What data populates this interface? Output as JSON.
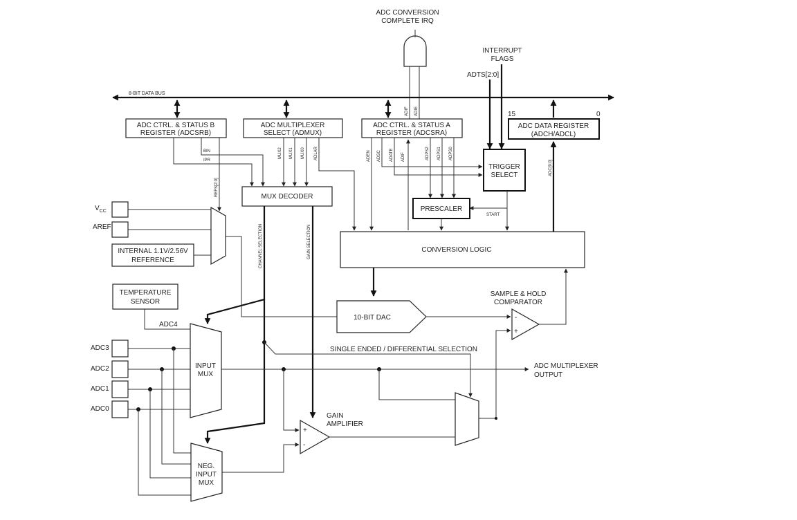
{
  "irq_label": [
    "ADC CONVERSION",
    "COMPLETE IRQ"
  ],
  "interrupt_flags_label": [
    "INTERRUPT",
    "FLAGS"
  ],
  "adts_label": "ADTS[2:0]",
  "data_bus_label": "8-BIT DATA BUS",
  "bit_15": "15",
  "bit_0": "0",
  "adcsrb": [
    "ADC CTRL. & STATUS B",
    "REGISTER (ADCSRB)"
  ],
  "admux": [
    "ADC MULTIPLEXER",
    "SELECT (ADMUX)"
  ],
  "adcsra": [
    "ADC CTRL. & STATUS A",
    "REGISTER (ADCSRA)"
  ],
  "adc_data_register": [
    "ADC DATA REGISTER",
    "(ADCH/ADCL)"
  ],
  "signals": {
    "bin": "BIN",
    "ipr": "IPR",
    "refs": "REFS[2:0]",
    "mux2": "MUX2",
    "mux1": "MUX1",
    "mux0": "MUX0",
    "adlar": "ADLAR",
    "aden": "ADEN",
    "adsc": "ADSC",
    "adate": "ADATE",
    "adif": "ADIF",
    "adps2": "ADPS2",
    "adps1": "ADPS1",
    "adps0": "ADPS0",
    "adif_top": "ADIF",
    "adie_top": "ADIE",
    "adc_bus": "ADC[9:0]",
    "start": "START",
    "channel_selection": "CHANNEL SELECTION",
    "gain_selection": "GAIN SELECTION",
    "adc4": "ADC4"
  },
  "trigger_select": [
    "TRIGGER",
    "SELECT"
  ],
  "mux_decoder": "MUX DECODER",
  "prescaler": "PRESCALER",
  "conversion_logic": "CONVERSION LOGIC",
  "vcc": "V",
  "vcc_sub": "CC",
  "aref": "AREF",
  "internal_ref": [
    "INTERNAL 1.1V/2.56V",
    "REFERENCE"
  ],
  "temperature_sensor": [
    "TEMPERATURE",
    "SENSOR"
  ],
  "dac": "10-BIT DAC",
  "sample_hold": [
    "SAMPLE & HOLD",
    "COMPARATOR"
  ],
  "comp_minus": "-",
  "comp_plus": "+",
  "single_diff": "SINGLE ENDED / DIFFERENTIAL SELECTION",
  "adc_pins": [
    "ADC3",
    "ADC2",
    "ADC1",
    "ADC0"
  ],
  "input_mux": [
    "INPUT",
    "MUX"
  ],
  "adc_mux_output": [
    "ADC MULTIPLEXER",
    "OUTPUT"
  ],
  "gain_amplifier": [
    "GAIN",
    "AMPLIFIER"
  ],
  "gain_plus": "+",
  "gain_minus": "-",
  "neg_input_mux": [
    "NEG.",
    "INPUT",
    "MUX"
  ]
}
